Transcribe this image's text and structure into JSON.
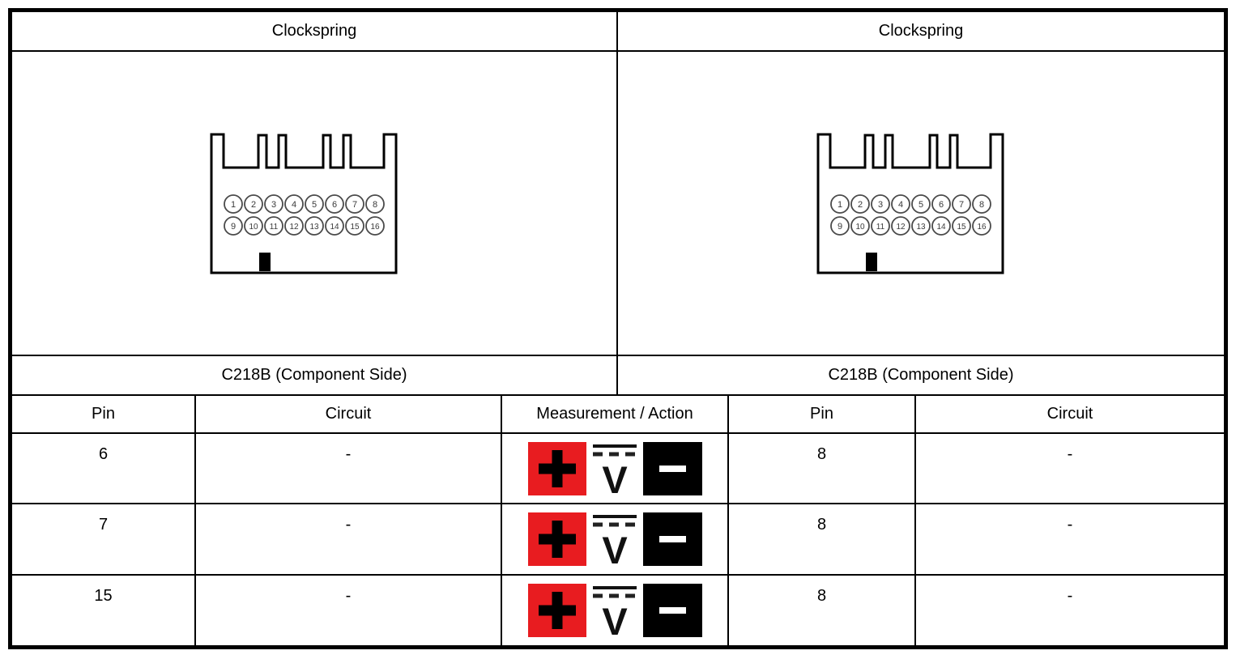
{
  "panels": [
    {
      "title": "Clockspring",
      "connector_label": "C218B (Component Side)",
      "pins_row1": [
        "1",
        "2",
        "3",
        "4",
        "5",
        "6",
        "7",
        "8"
      ],
      "pins_row2": [
        "9",
        "10",
        "11",
        "12",
        "13",
        "14",
        "15",
        "16"
      ]
    },
    {
      "title": "Clockspring",
      "connector_label": "C218B (Component Side)",
      "pins_row1": [
        "1",
        "2",
        "3",
        "4",
        "5",
        "6",
        "7",
        "8"
      ],
      "pins_row2": [
        "9",
        "10",
        "11",
        "12",
        "13",
        "14",
        "15",
        "16"
      ]
    }
  ],
  "table": {
    "headers": {
      "pin_left": "Pin",
      "circuit_left": "Circuit",
      "measurement": "Measurement / Action",
      "pin_right": "Pin",
      "circuit_right": "Circuit"
    },
    "rows": [
      {
        "pin_left": "6",
        "circuit_left": "-",
        "pin_right": "8",
        "circuit_right": "-"
      },
      {
        "pin_left": "7",
        "circuit_left": "-",
        "pin_right": "8",
        "circuit_right": "-"
      },
      {
        "pin_left": "15",
        "circuit_left": "-",
        "pin_right": "8",
        "circuit_right": "-"
      }
    ],
    "measurement_icons": [
      "positive-lead-icon",
      "dc-voltage-icon",
      "negative-lead-icon"
    ]
  },
  "icons": {
    "positive_label": "+",
    "dc_voltage_label": "V",
    "negative_label": "−"
  },
  "colors": {
    "positive_red": "#e81c20",
    "negative_black": "#000000",
    "line_black": "#000000"
  }
}
